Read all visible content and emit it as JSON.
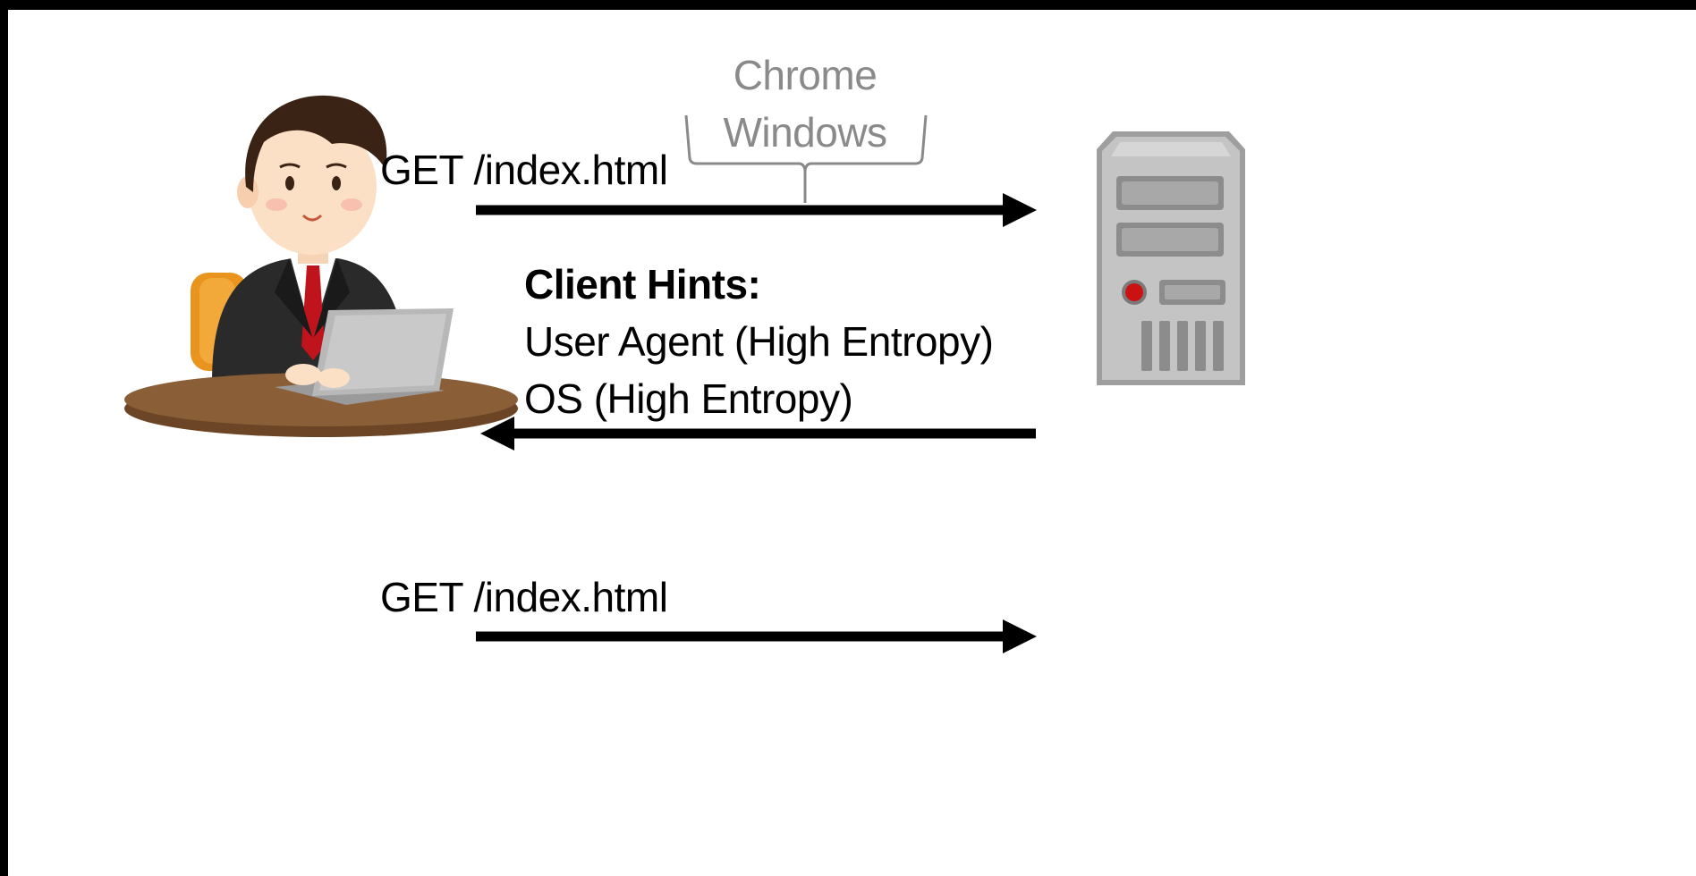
{
  "request1": {
    "label": "GET /index.html",
    "annotation": {
      "line1": "Chrome",
      "line2": "Windows"
    }
  },
  "response": {
    "title": "Client Hints:",
    "items": [
      "User Agent (High Entropy)",
      "OS (High Entropy)"
    ]
  },
  "request2": {
    "label": "GET /index.html"
  },
  "icons": {
    "client": "person-with-laptop-icon",
    "server": "server-tower-icon"
  },
  "colors": {
    "arrow": "#000000",
    "annotation": "#8a8a8a",
    "server_body": "#c4c4c4",
    "server_led": "#cc1111",
    "desk": "#7a5230",
    "chair": "#e8941e"
  }
}
